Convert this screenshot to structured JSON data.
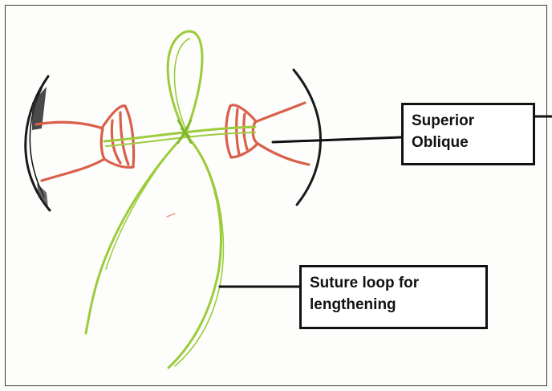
{
  "labels": {
    "superior_oblique": {
      "line1": "Superior",
      "line2": "Oblique"
    },
    "suture_loop": {
      "line1": "Suture loop for",
      "line2": "lengthening"
    }
  },
  "colors": {
    "muscle": "#d9604a",
    "suture": "#9ccc3c",
    "globe_outline": "#1a1a1a",
    "label_border": "#111111"
  }
}
